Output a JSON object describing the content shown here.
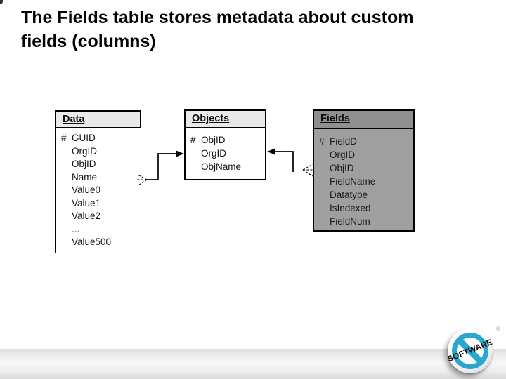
{
  "title": {
    "lines": [
      "The Fields table stores metadata about custom",
      "fields (columns)"
    ]
  },
  "diagram": {
    "tables": [
      {
        "name": "Data",
        "rows": [
          {
            "pk": "#",
            "label": "GUID"
          },
          {
            "pk": "",
            "label": "OrgID"
          },
          {
            "pk": "",
            "label": "ObjID"
          },
          {
            "pk": "",
            "label": "Name"
          },
          {
            "pk": "",
            "label": "Value0"
          },
          {
            "pk": "",
            "label": "Value1"
          },
          {
            "pk": "",
            "label": "Value2"
          },
          {
            "pk": "",
            "label": "..."
          },
          {
            "pk": "",
            "label": "Value500"
          }
        ]
      },
      {
        "name": "Objects",
        "rows": [
          {
            "pk": "#",
            "label": "ObjID"
          },
          {
            "pk": "",
            "label": "OrgID"
          },
          {
            "pk": "",
            "label": "ObjName"
          }
        ]
      },
      {
        "name": "Fields",
        "rows": [
          {
            "pk": "#",
            "label": "FieldD"
          },
          {
            "pk": "",
            "label": "OrgID"
          },
          {
            "pk": "",
            "label": "ObjID"
          },
          {
            "pk": "",
            "label": "FieldName"
          },
          {
            "pk": "",
            "label": "Datatype"
          },
          {
            "pk": "",
            "label": "IsIndexed"
          },
          {
            "pk": "",
            "label": "FieldNum"
          }
        ]
      }
    ],
    "relationships": [
      {
        "many_end": "Data",
        "one_end": "Objects",
        "many_symbol": "crows-foot-dashed",
        "one_symbol": "filled-arrow"
      },
      {
        "many_end": "Fields",
        "one_end": "Objects",
        "many_symbol": "crows-foot-dashed",
        "one_symbol": "filled-arrow"
      }
    ]
  },
  "logo": {
    "text": "SOFTWARE",
    "registered_mark": "®"
  },
  "colors": {
    "title_text": "#000000",
    "table_border": "#000000",
    "light_header_bg": "#e9e9e9",
    "fields_header_bg": "#8f8f8f",
    "fields_body_bg": "#9f9f9f",
    "logo_blue": "#2ba7cf",
    "footer_band_gray": "#dfdfdf"
  }
}
